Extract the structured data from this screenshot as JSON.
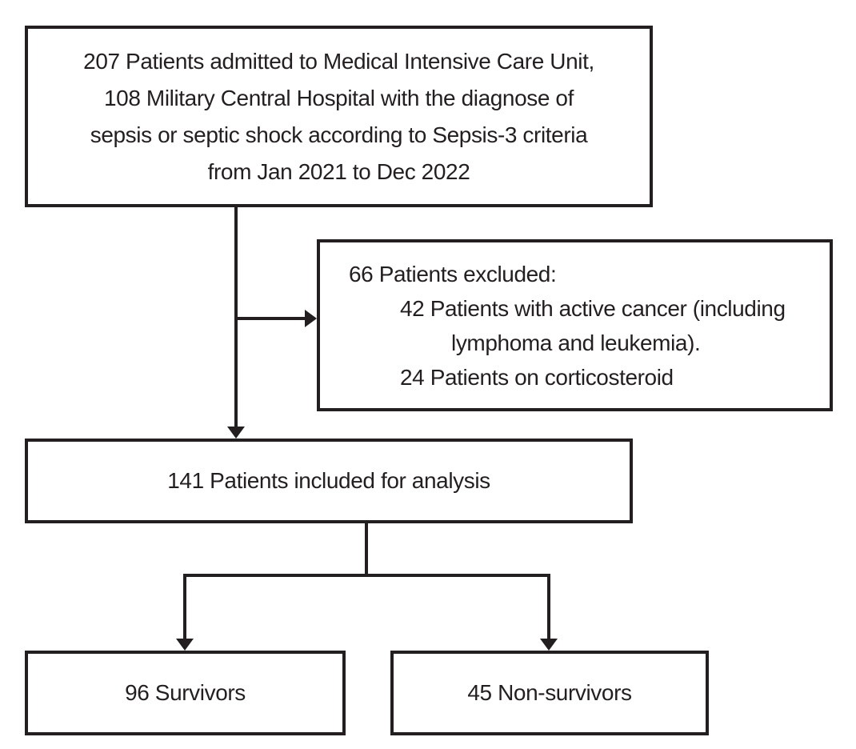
{
  "figure": {
    "type": "patient-flow-diagram",
    "background_color": "#ffffff",
    "line_color": "#231f20",
    "text_color": "#231f20"
  },
  "flow": {
    "admitted": {
      "count": 207,
      "lines": [
        "207 Patients admitted to Medical Intensive Care Unit,",
        "108 Military Central Hospital with the diagnose of",
        "sepsis or septic shock according to Sepsis-3 criteria",
        "from Jan 2021 to Dec 2022"
      ]
    },
    "excluded": {
      "count": 66,
      "lines": [
        "66 Patients excluded:",
        "42 Patients with active cancer (including",
        "lymphoma and leukemia).",
        "24 Patients on corticosteroid"
      ]
    },
    "included": {
      "count": 141,
      "text": "141 Patients included for analysis"
    },
    "survivors": {
      "count": 96,
      "text": "96 Survivors"
    },
    "nonsurvivors": {
      "count": 45,
      "text": "45 Non-survivors"
    }
  }
}
